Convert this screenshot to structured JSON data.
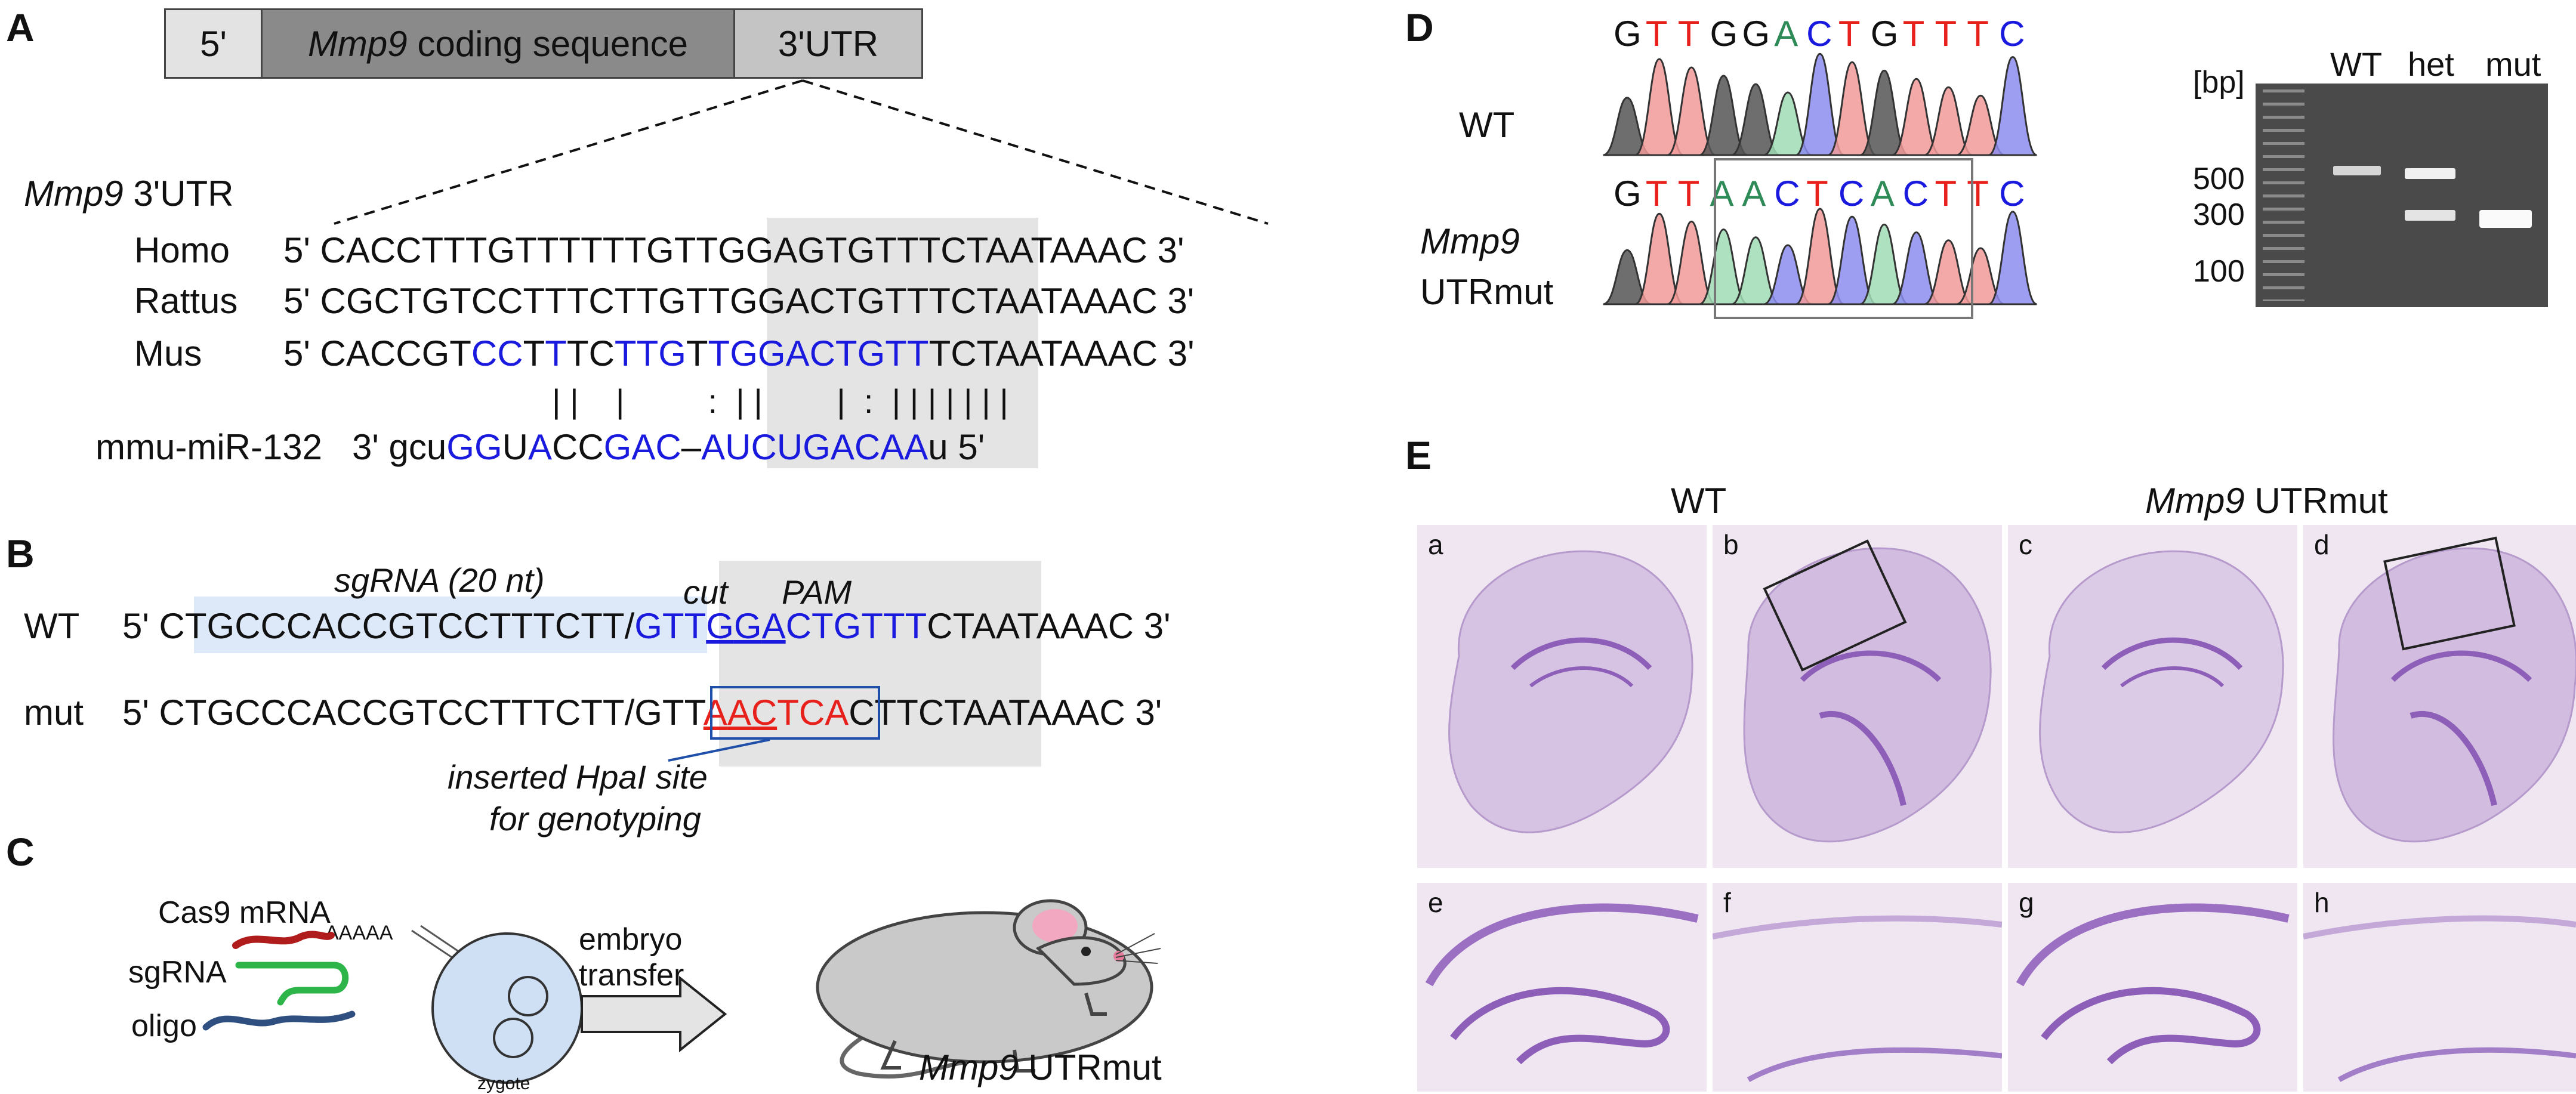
{
  "panels": {
    "A": {
      "letter": "A",
      "gene_boxes": [
        "5'",
        "Mmp9",
        " coding sequence",
        "3'UTR"
      ],
      "utr_title_gene": "Mmp9",
      "utr_title_rest": " 3'UTR",
      "rows": [
        {
          "species": "Homo",
          "sequence": "5' CACCTTTGTTTTTTGTTGGAGTGTTTCTAATAAAC 3'"
        },
        {
          "species": "Rattus",
          "sequence": "5' CGCTGTCCTTTCTTGTTGGACTGTTTCTAATAAAC 3'"
        },
        {
          "species": "Mus",
          "sequence": "5' CACCGTCCTTTCTTGTTGGACTGTTTCTAATAAAC 3'"
        }
      ],
      "pairing": "| |    |         :  | |        |  :  | | | | | | |",
      "mirna_name": "mmu-miR-132",
      "mirna_sequence": "3' gcuGGUACCGAC–AUCUGACAAu  5'"
    },
    "B": {
      "letter": "B",
      "sgrna_label": "sgRNA (20 nt)",
      "cut_label": "cut",
      "pam_label": "PAM",
      "wt_label": "WT",
      "wt_sequence": "5' CTGCCCACCGTCCTTTCTT/GTTGGACTGTTTCTAATAAAC 3'",
      "mut_label": "mut",
      "mut_sequence": "5' CTGCCCACCGTCCTTTCTT/GTTAACTCACTTCTAATAAAC 3'",
      "note_line1": "inserted HpaI site",
      "note_line2": "for genotyping"
    },
    "C": {
      "letter": "C",
      "cas9_label": "Cas9 mRNA",
      "polya": "AAAAA",
      "sgrna_label": "sgRNA",
      "oligo_label": "oligo",
      "zygote_label": "zygote",
      "arrow_label_1": "embryo",
      "arrow_label_2": "transfer",
      "mouse_gene": "Mmp9",
      "mouse_rest": " UTRmut"
    },
    "D": {
      "letter": "D",
      "wt_bases": [
        "G",
        "T",
        "T",
        "G",
        "G",
        "A",
        "C",
        "T",
        "G",
        "T",
        "T",
        "T",
        "C"
      ],
      "mut_bases": [
        "G",
        "T",
        "T",
        "A",
        "A",
        "C",
        "T",
        "C",
        "A",
        "C",
        "T",
        "T",
        "C"
      ],
      "wt_label": "WT",
      "mut_label_gene": "Mmp9",
      "mut_label_rest": "UTRmut",
      "gel_unit": "[bp]",
      "gel_lanes": [
        "WT",
        "het",
        "mut"
      ],
      "gel_markers": [
        "500",
        "300",
        "100"
      ]
    },
    "E": {
      "letter": "E",
      "col_wt": "WT",
      "col_mut_gene": "Mmp9",
      "col_mut_rest": " UTRmut",
      "tiles": [
        "a",
        "b",
        "c",
        "d",
        "e",
        "f",
        "g",
        "h"
      ]
    }
  },
  "colors": {
    "blue": "#1a1adf",
    "red": "#e8201c",
    "green": "#2e8b57",
    "shade": "#e4e4e4",
    "sgrna_highlight": "#dde8f8"
  }
}
